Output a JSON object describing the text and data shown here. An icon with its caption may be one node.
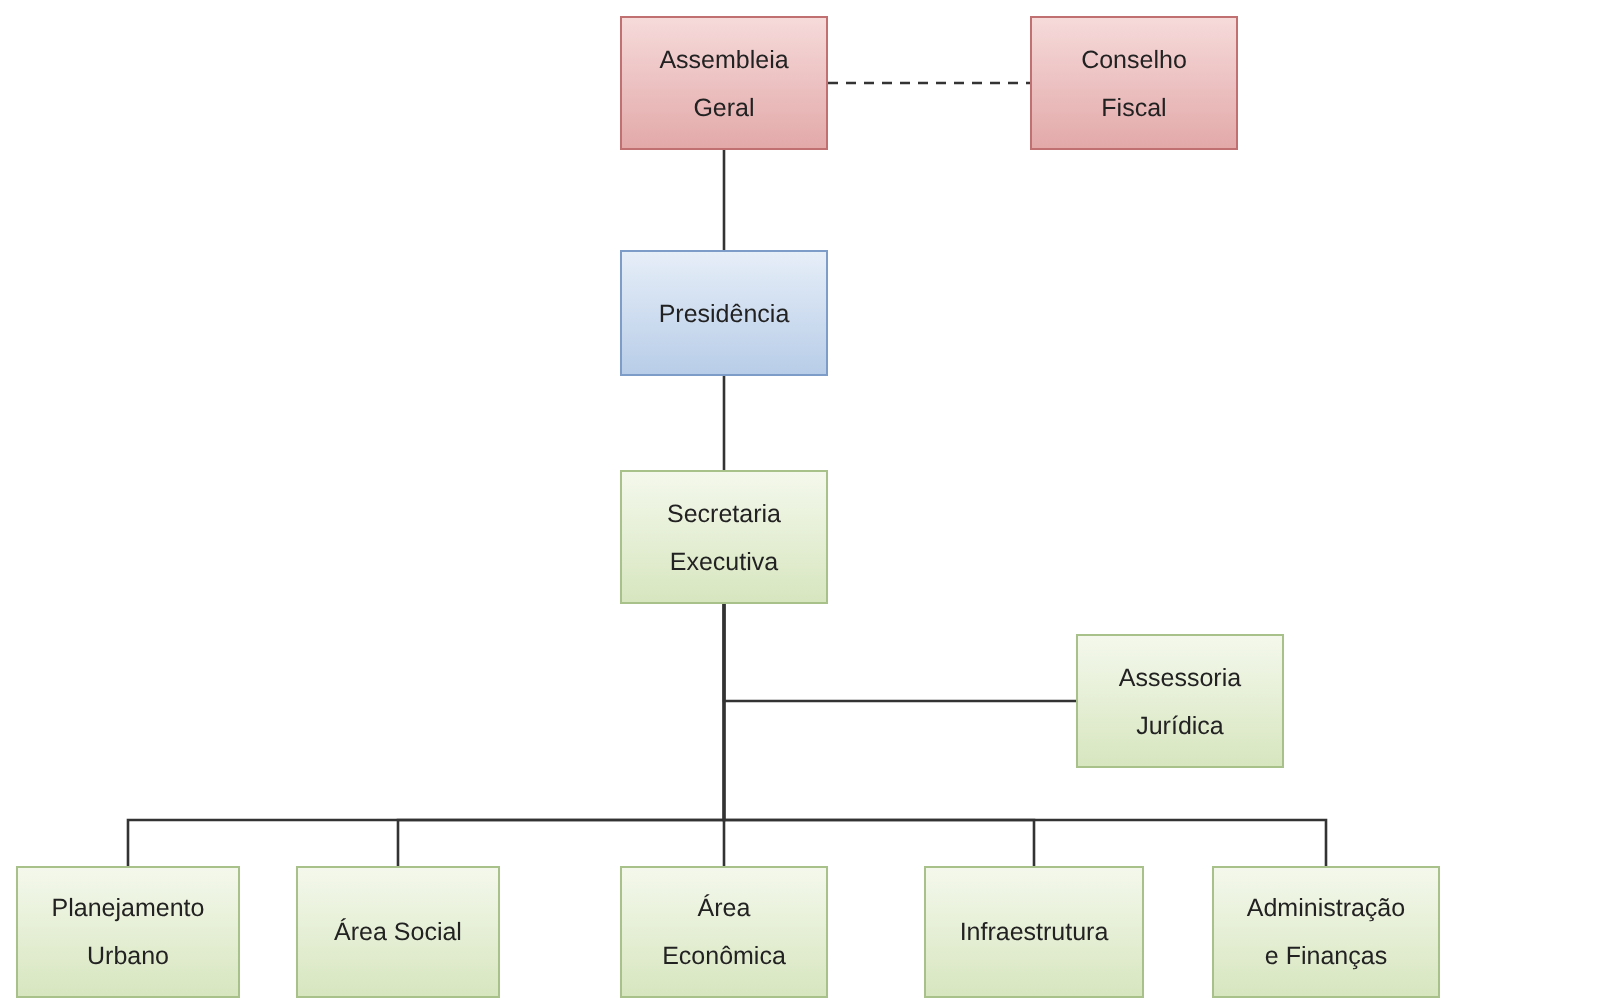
{
  "diagram": {
    "nodes": [
      {
        "text": [
          "Assembleia Geral"
        ]
      },
      {
        "text": [
          "Conselho Fiscal"
        ]
      },
      {
        "text": [
          "Presidência"
        ]
      },
      {
        "text": [
          "Secretaria Executiva"
        ]
      },
      {
        "text": [
          "Assessoria Jurídica"
        ]
      },
      {
        "text": [
          "Planejamento Urbano"
        ]
      },
      {
        "text": [
          "Área Social"
        ]
      },
      {
        "text": [
          "Área Econômica"
        ]
      },
      {
        "text": [
          "Infraestrutura"
        ]
      },
      {
        "text": [
          "Administração e Finanças"
        ]
      }
    ],
    "edges": [
      {
        "from": 0,
        "to": 1,
        "arrow": "none",
        "style": "dashed"
      },
      {
        "from": 0,
        "to": 2,
        "arrow": "none"
      },
      {
        "from": 2,
        "to": 3,
        "arrow": "none"
      },
      {
        "from": 3,
        "to": 4,
        "arrow": "none"
      },
      {
        "from": 3,
        "to": 5,
        "arrow": "none"
      },
      {
        "from": 3,
        "to": 6,
        "arrow": "none"
      },
      {
        "from": 3,
        "to": 7,
        "arrow": "none"
      },
      {
        "from": 3,
        "to": 8,
        "arrow": "none"
      },
      {
        "from": 3,
        "to": 9,
        "arrow": "none"
      }
    ]
  }
}
